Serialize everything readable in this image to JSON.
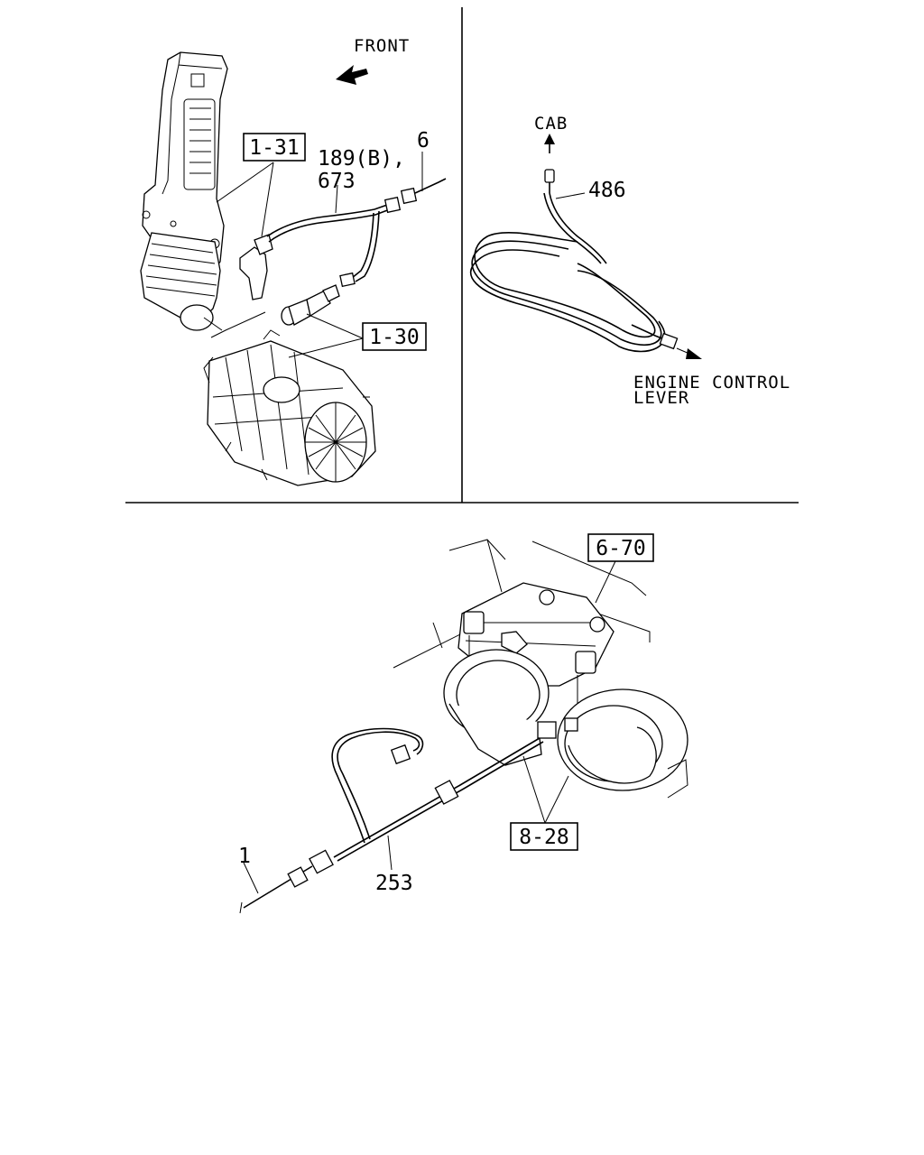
{
  "top_left": {
    "direction_label": "FRONT",
    "ref_box_1": "1-31",
    "ref_box_2": "1-30",
    "part_189": "189(B),",
    "part_673": "673",
    "part_6": "6"
  },
  "top_right": {
    "cab_label": "CAB",
    "part_486": "486",
    "destination_line1": "ENGINE CONTROL",
    "destination_line2": "LEVER"
  },
  "bottom": {
    "ref_box_6_70": "6-70",
    "ref_box_8_28": "8-28",
    "part_1": "1",
    "part_253": "253"
  }
}
